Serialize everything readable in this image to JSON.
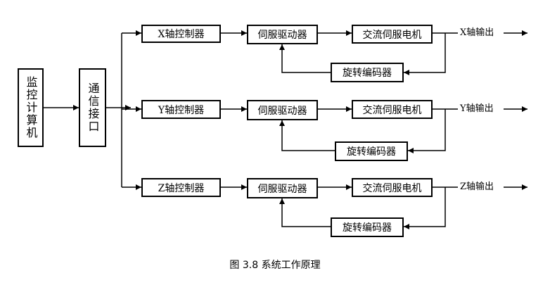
{
  "blocks": {
    "monitor": "监控计算机",
    "comm": "通信接口"
  },
  "axes": [
    {
      "controller": "X轴控制器",
      "driver": "伺服驱动器",
      "motor": "交流伺服电机",
      "encoder": "旋转编码器",
      "output": "X轴输出"
    },
    {
      "controller": "Y轴控制器",
      "driver": "伺服驱动器",
      "motor": "交流伺服电机",
      "encoder": "旋转编码器",
      "output": "Y轴输出"
    },
    {
      "controller": "Z轴控制器",
      "driver": "伺服驱动器",
      "motor": "交流伺服电机",
      "encoder": "旋转编码器",
      "output": "Z轴输出"
    }
  ],
  "caption": "图 3.8 系统工作原理"
}
